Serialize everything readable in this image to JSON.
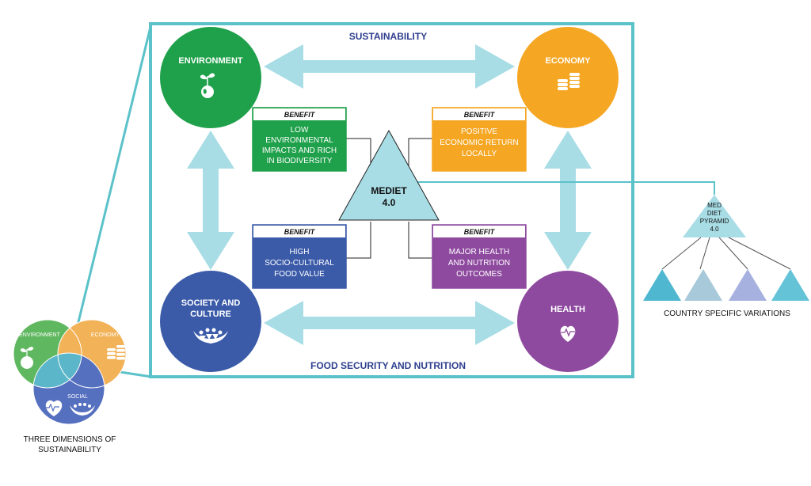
{
  "frame": {
    "top_label": "SUSTAINABILITY",
    "bottom_label": "FOOD SECURITY AND NUTRITION"
  },
  "circles": {
    "environment": {
      "label": "ENVIRONMENT",
      "color": "#1fa04a",
      "icon": "globe-sprout-icon"
    },
    "economy": {
      "label": "ECONOMY",
      "color": "#f5a623",
      "icon": "coin-stack-icon"
    },
    "society": {
      "label_line1": "SOCIETY AND",
      "label_line2": "CULTURE",
      "color": "#3b5ba9",
      "icon": "people-hands-icon"
    },
    "health": {
      "label": "HEALTH",
      "color": "#8e4a9f",
      "icon": "heart-pulse-icon"
    }
  },
  "benefits": [
    {
      "header": "BENEFIT",
      "lines": [
        "LOW",
        "ENVIRONMENTAL",
        "IMPACTS AND RICH",
        "IN BIODIVERSITY"
      ],
      "color": "#1fa04a"
    },
    {
      "header": "BENEFIT",
      "lines": [
        "POSITIVE",
        "ECONOMIC RETURN",
        "LOCALLY"
      ],
      "color": "#f5a623"
    },
    {
      "header": "BENEFIT",
      "lines": [
        "HIGH",
        "SOCIO-CULTURAL",
        "FOOD VALUE"
      ],
      "color": "#3b5ba9"
    },
    {
      "header": "BENEFIT",
      "lines": [
        "MAJOR HEALTH",
        "AND NUTRITION",
        "OUTCOMES"
      ],
      "color": "#8e4a9f"
    }
  ],
  "center": {
    "line1": "MEDIET",
    "line2": "4.0",
    "color": "#a8dde6"
  },
  "pyramid": {
    "lines": [
      "MED",
      "DIET",
      "PYRAMID",
      "4.0"
    ],
    "caption": "COUNTRY SPECIFIC VARIATIONS",
    "variation_colors": [
      "#4fb7d0",
      "#a7c9d9",
      "#a6b1df",
      "#65c3d8"
    ]
  },
  "venn": {
    "environment": "ENVIRONMENT",
    "economy": "ECONOMY",
    "social": "SOCIAL",
    "caption_line1": "THREE DIMENSIONS OF",
    "caption_line2": "SUSTAINABILITY"
  },
  "colors": {
    "frame": "#5bc2c9",
    "arrow": "#a8dde6",
    "title_text": "#2e3f8f"
  }
}
